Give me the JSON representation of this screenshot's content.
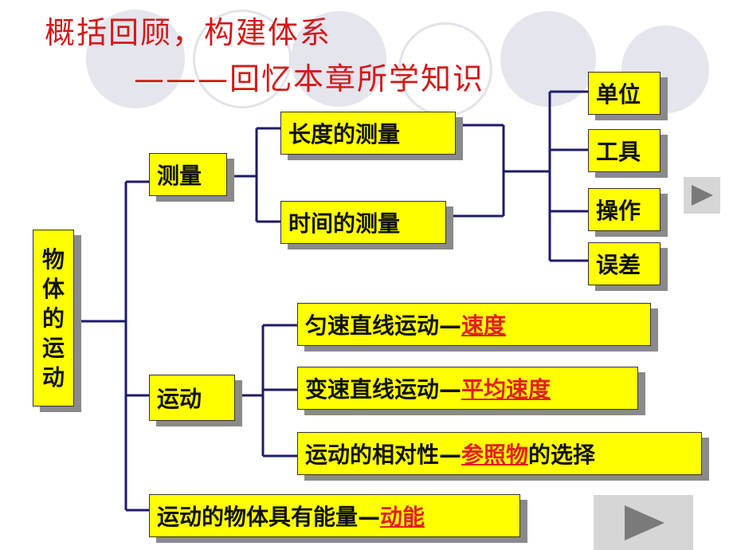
{
  "title": {
    "line1": "概括回顾，构建体系",
    "line2": "———回忆本章所学知识"
  },
  "root": {
    "chars": [
      "物",
      "体",
      "的",
      "运",
      "动"
    ]
  },
  "measure": {
    "label": "测量",
    "length": "长度的测量",
    "time": "时间的测量",
    "aspects": [
      "单位",
      "工具",
      "操作",
      "误差"
    ]
  },
  "motion": {
    "label": "运动",
    "uniform": {
      "text": "匀速直线运动—",
      "highlight": "速度"
    },
    "variable": {
      "text": "变速直线运动—",
      "highlight": "平均速度"
    },
    "relative": {
      "text": "运动的相对性—",
      "highlight": "参照物",
      "tail": "的选择"
    }
  },
  "energy": {
    "text": "运动的物体具有能量—",
    "highlight": "动能"
  },
  "colors": {
    "title": "#d31919",
    "box": "#ffff00",
    "connector": "#1c1c6b",
    "highlight": "#e21f1f",
    "shadow": "#8a8a8a"
  },
  "icons": {
    "next_small": "play-triangle-icon",
    "next_big": "play-triangle-icon"
  }
}
